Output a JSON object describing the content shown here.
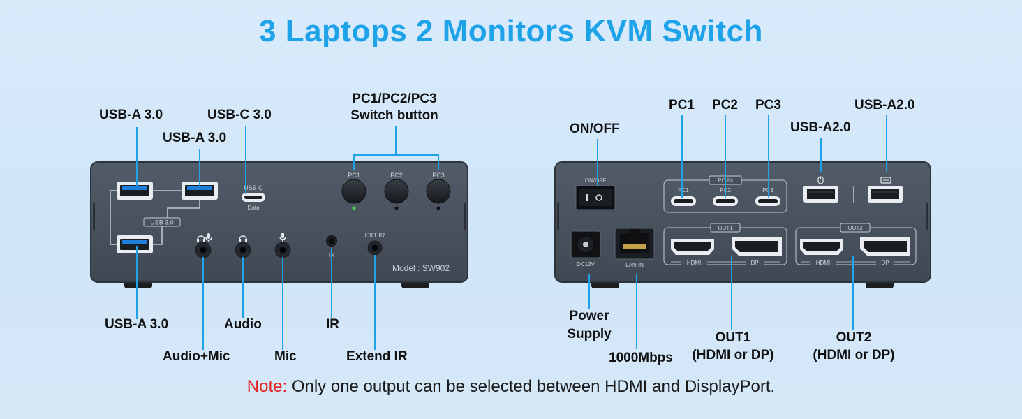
{
  "title": "3 Laptops 2 Monitors KVM Switch",
  "front": {
    "labels": {
      "usba_top_left": "USB-A 3.0",
      "usba_top_mid": "USB-A 3.0",
      "usbc": "USB-C 3.0",
      "switch_line1": "PC1/PC2/PC3",
      "switch_line2": "Switch button",
      "usba_bottom": "USB-A 3.0",
      "audio_mic": "Audio+Mic",
      "audio": "Audio",
      "mic": "Mic",
      "ir": "IR",
      "extend_ir": "Extend IR"
    },
    "panel": {
      "usbc_tag": "USB C",
      "usbc_sub": "Data",
      "usb30_tag": "USB 3.0",
      "pc1": "PC1",
      "pc2": "PC2",
      "pc3": "PC3",
      "ir_tag": "IR",
      "ext_ir_tag": "EXT IR",
      "model": "Model : SW902"
    }
  },
  "back": {
    "labels": {
      "on_off": "ON/OFF",
      "pc1": "PC1",
      "pc2": "PC2",
      "pc3": "PC3",
      "usb_a20_left": "USB-A2.0",
      "usb_a20_right": "USB-A2.0",
      "power_line1": "Power",
      "power_line2": "Supply",
      "lan": "1000Mbps",
      "out1_line1": "OUT1",
      "out1_line2": "(HDMI or DP)",
      "out2_line1": "OUT2",
      "out2_line2": "(HDMI or DP)"
    },
    "panel": {
      "on_off_tag": "ON/OFF",
      "pc_in": "PC-IN",
      "pc1": "PC1",
      "pc2": "PC2",
      "pc3": "PC3",
      "dc": "DC12V",
      "lan_in": "LAN IN",
      "out1": "OUT1",
      "out2": "OUT2",
      "hdmi": "HDMI",
      "dp": "DP"
    }
  },
  "note": {
    "prefix": "Note:",
    "text": " Only one output can be selected between HDMI and DisplayPort."
  },
  "colors": {
    "accent": "#1ea3e8",
    "panel": "#46505c",
    "note_red": "#e32222"
  }
}
